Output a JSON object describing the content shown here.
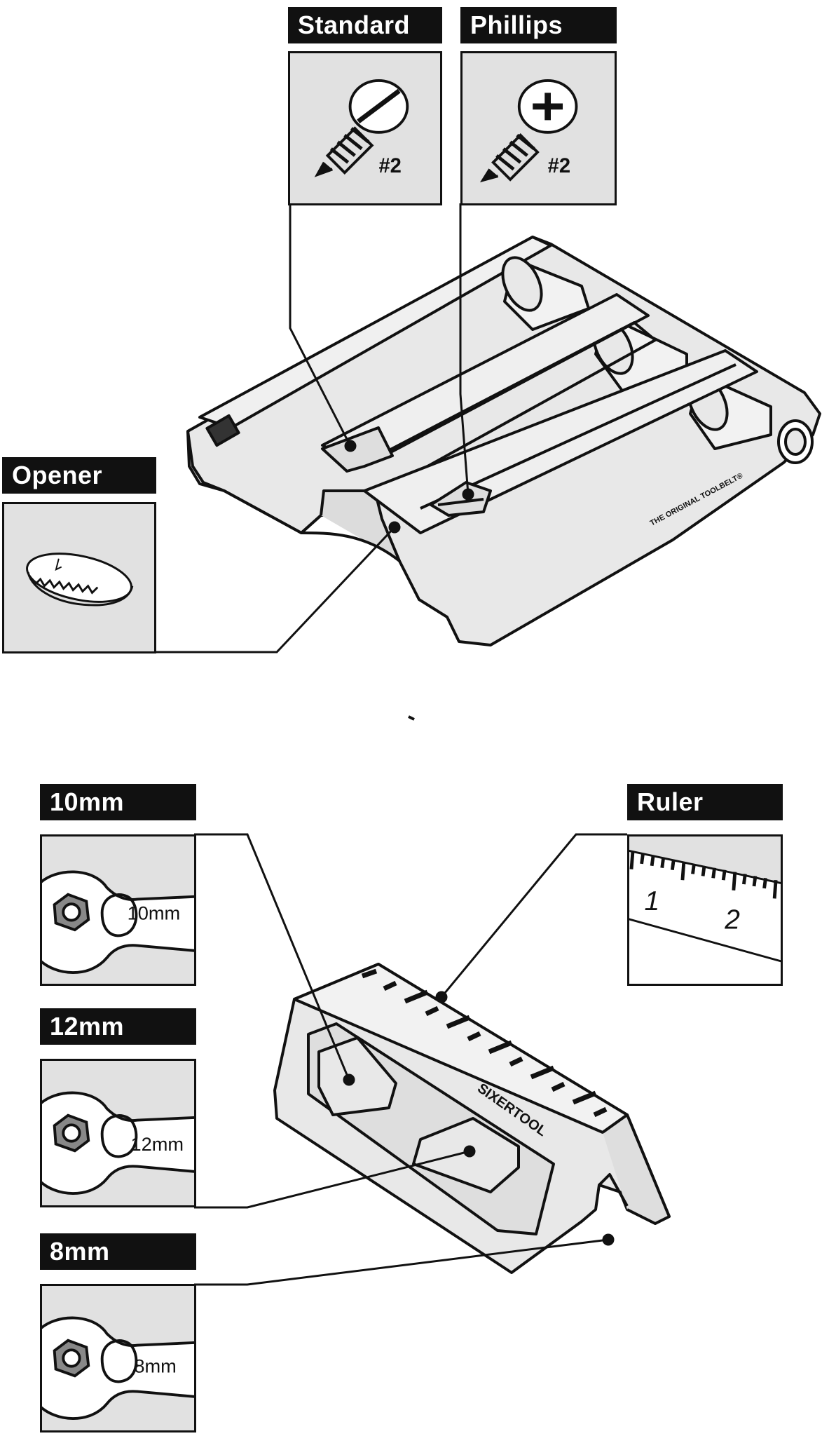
{
  "callouts": {
    "standard": {
      "label": "Standard",
      "size": "#2",
      "icon": "slotted-screw-icon"
    },
    "phillips": {
      "label": "Phillips",
      "size": "#2",
      "icon": "phillips-screw-icon"
    },
    "opener": {
      "label": "Opener",
      "icon": "bottle-cap-icon"
    },
    "wrench_10": {
      "label": "10mm",
      "size": "10mm",
      "icon": "wrench-icon"
    },
    "wrench_12": {
      "label": "12mm",
      "size": "12mm",
      "icon": "wrench-icon"
    },
    "wrench_8": {
      "label": "8mm",
      "size": "8mm",
      "icon": "wrench-icon"
    },
    "ruler": {
      "label": "Ruler",
      "marks": [
        "1",
        "2"
      ],
      "icon": "ruler-icon"
    }
  },
  "tool": {
    "top_engraving": "THE ORIGINAL TOOLBELT®",
    "bottom_engraving": "SIXERTOOL"
  },
  "colors": {
    "ink": "#111111",
    "panel_fill": "#e1e1e1",
    "tool_fill": "#e8e8e8",
    "background": "#ffffff"
  }
}
